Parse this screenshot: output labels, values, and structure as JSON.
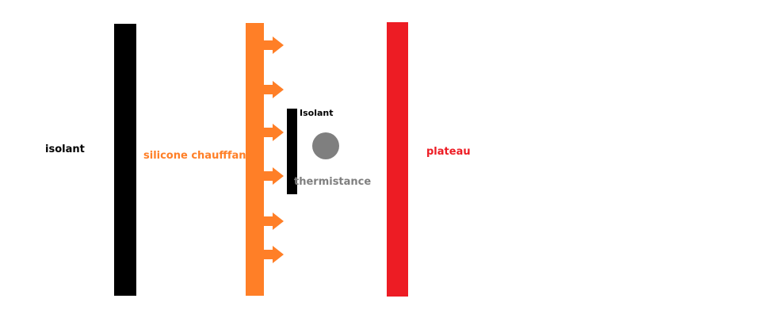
{
  "labels": {
    "outer_insulation": "isolant",
    "heater": "silicone chaufffant",
    "inner_insulation": "Isolant",
    "thermistor": "thermistance",
    "plate": "plateau"
  },
  "colors": {
    "outer_insulation": "#000000",
    "heater": "#ff7f27",
    "inner_insulation": "#000000",
    "thermistor": "#7f7f7f",
    "plate": "#ed1c24",
    "background": "#ffffff"
  },
  "heat_arrow_count": 6
}
